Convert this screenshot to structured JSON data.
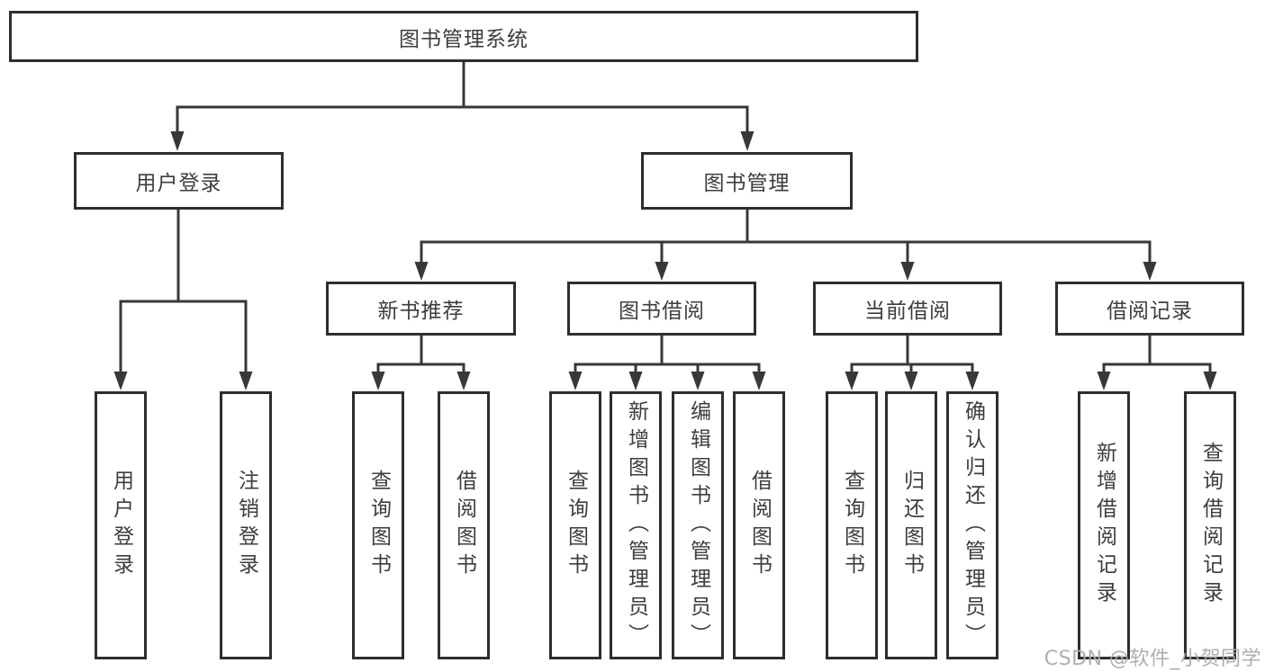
{
  "diagram": {
    "type": "function-structure-tree",
    "tree": {
      "label": "图书管理系统",
      "children": [
        {
          "label": "用户登录",
          "children": [
            {
              "label": "用户登录"
            },
            {
              "label": "注销登录"
            }
          ]
        },
        {
          "label": "图书管理",
          "children": [
            {
              "label": "新书推荐",
              "children": [
                {
                  "label": "查询图书"
                },
                {
                  "label": "借阅图书"
                }
              ]
            },
            {
              "label": "图书借阅",
              "children": [
                {
                  "label": "查询图书"
                },
                {
                  "label": "新增图书（管理员）"
                },
                {
                  "label": "编辑图书（管理员）"
                },
                {
                  "label": "借阅图书"
                }
              ]
            },
            {
              "label": "当前借阅",
              "children": [
                {
                  "label": "查询图书"
                },
                {
                  "label": "归还图书"
                },
                {
                  "label": "确认归还（管理员）"
                }
              ]
            },
            {
              "label": "借阅记录",
              "children": [
                {
                  "label": "新增借阅记录"
                },
                {
                  "label": "查询借阅记录"
                }
              ]
            }
          ]
        }
      ]
    },
    "colors": {
      "line": "#383838",
      "box_border": "#2e2e2e",
      "text": "#3d3d3d",
      "background": "#ffffff"
    }
  },
  "watermark": {
    "text": "CSDN @软件_小贺同学",
    "color": "#ababab"
  }
}
